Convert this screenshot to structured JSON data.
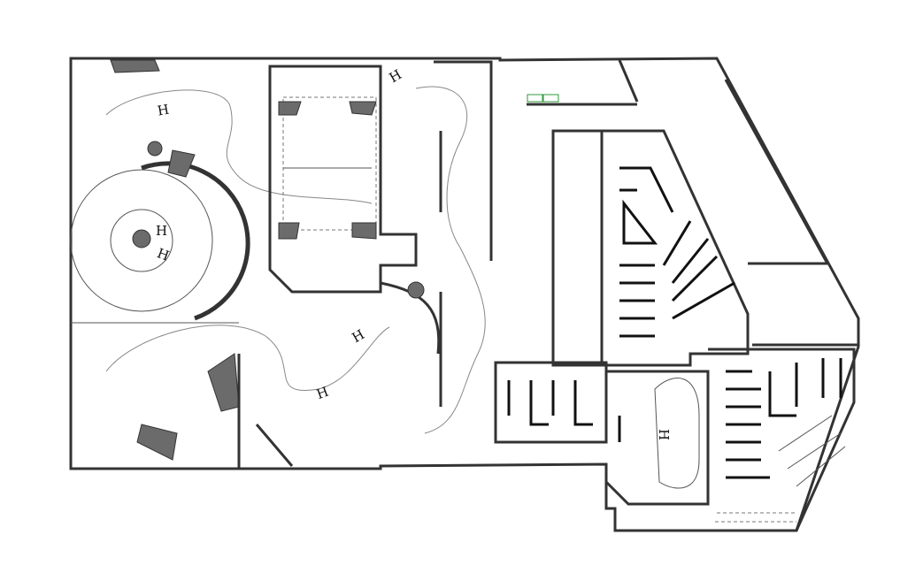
{
  "plan": {
    "symbols": [
      {
        "id": "h1",
        "text": "H"
      },
      {
        "id": "h2",
        "text": "H"
      },
      {
        "id": "h3",
        "text": "H"
      },
      {
        "id": "h4",
        "text": "H"
      },
      {
        "id": "h5",
        "text": "H"
      },
      {
        "id": "h6",
        "text": "H"
      },
      {
        "id": "h7",
        "text": "H"
      }
    ],
    "colors": {
      "wall": "#333333",
      "rock": "#6b6b6b",
      "exit_sign": "#2e9a3a"
    }
  }
}
